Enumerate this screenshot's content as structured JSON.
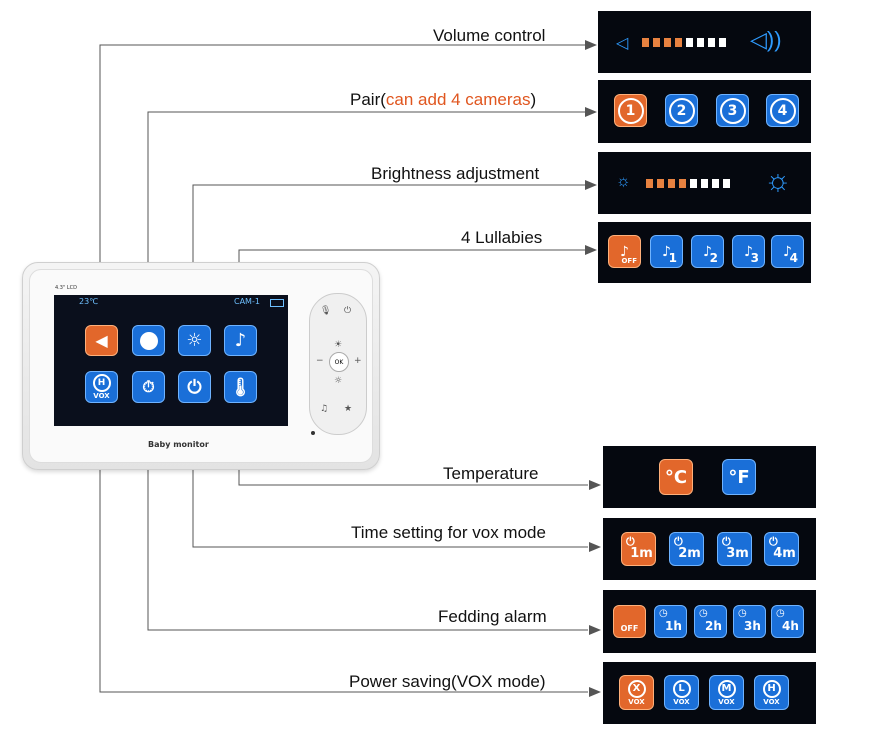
{
  "labels": {
    "volume": "Volume control",
    "pair_prefix": "Pair(",
    "pair_highlight": "can add 4 cameras",
    "pair_suffix": ")",
    "brightness": "Brightness adjustment",
    "lullabies": "4 Lullabies",
    "temperature": "Temperature",
    "vox_time": "Time setting for vox mode",
    "feeding": "Fedding alarm",
    "power": "Power saving(VOX mode)"
  },
  "device": {
    "lcd_size": "4.3\" LCD",
    "temp": "23℃",
    "cam": "CAM-1",
    "brand": "Baby monitor",
    "ok": "OK",
    "vox_h": "H",
    "vox_word": "VOX"
  },
  "pair_numbers": [
    "1",
    "2",
    "3",
    "4"
  ],
  "lullaby_items": [
    {
      "num": "OFF",
      "color": "orange"
    },
    {
      "num": "1",
      "color": "blue"
    },
    {
      "num": "2",
      "color": "blue"
    },
    {
      "num": "3",
      "color": "blue"
    },
    {
      "num": "4",
      "color": "blue"
    }
  ],
  "temperature_units": [
    {
      "text": "°C",
      "color": "orange"
    },
    {
      "text": "°F",
      "color": "blue"
    }
  ],
  "vox_times": [
    {
      "text": "1m",
      "color": "orange"
    },
    {
      "text": "2m",
      "color": "blue"
    },
    {
      "text": "3m",
      "color": "blue"
    },
    {
      "text": "4m",
      "color": "blue"
    }
  ],
  "feeding_items": [
    {
      "text": "OFF",
      "color": "orange"
    },
    {
      "text": "1h",
      "color": "blue"
    },
    {
      "text": "2h",
      "color": "blue"
    },
    {
      "text": "3h",
      "color": "blue"
    },
    {
      "text": "4h",
      "color": "blue"
    }
  ],
  "power_items": [
    {
      "letter": "X",
      "word": "VOX",
      "color": "orange"
    },
    {
      "letter": "L",
      "word": "VOX",
      "color": "blue"
    },
    {
      "letter": "M",
      "word": "VOX",
      "color": "blue"
    },
    {
      "letter": "H",
      "word": "VOX",
      "color": "blue"
    }
  ],
  "level_bars": {
    "volume_orange": 4,
    "volume_white": 4,
    "brightness_orange": 4,
    "brightness_white": 4
  },
  "colors": {
    "accent_orange": "#e2672b",
    "accent_blue": "#1a6fd8",
    "panel_bg": "#05080f",
    "highlight_text": "#e0561f"
  }
}
